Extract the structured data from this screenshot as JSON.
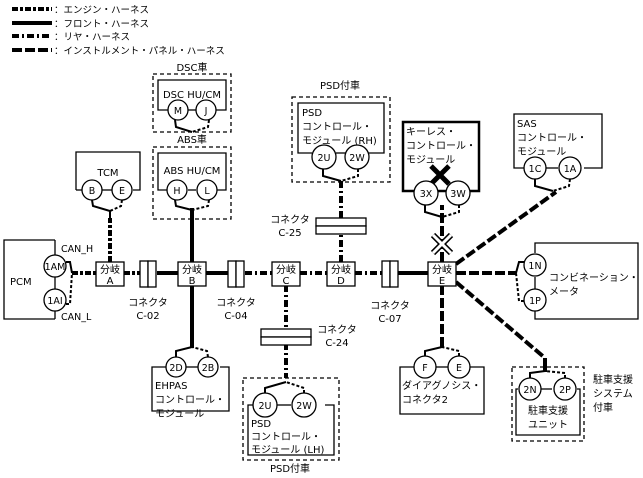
{
  "legend": [
    {
      "style": "engine",
      "label": "：エンジン・ハーネス"
    },
    {
      "style": "front",
      "label": "：フロント・ハーネス"
    },
    {
      "style": "rear",
      "label": "：リヤ・ハーネス"
    },
    {
      "style": "instrument",
      "label": "：インストルメント・パネル・ハーネス"
    }
  ],
  "modules": {
    "pcm": {
      "name": "PCM",
      "pins": [
        "1AM",
        "1AI"
      ],
      "can_h": "CAN_H",
      "can_l": "CAN_L"
    },
    "tcm": {
      "name": "TCM",
      "pins": [
        "B",
        "E"
      ]
    },
    "dsc": {
      "option": "DSC車",
      "name": "DSC HU/CM",
      "pins": [
        "M",
        "J"
      ]
    },
    "abs": {
      "option": "ABS車",
      "name": "ABS HU/CM",
      "pins": [
        "H",
        "L"
      ]
    },
    "psd_rh": {
      "option": "PSD付車",
      "line1": "PSD",
      "line2": "コントロール・",
      "line3": "モジュール (RH)",
      "pins": [
        "2U",
        "2W"
      ]
    },
    "keyless": {
      "line1": "キーレス・",
      "line2": "コントロール・",
      "line3": "モジュール",
      "pins": [
        "3X",
        "3W"
      ]
    },
    "sas": {
      "line1": "SAS",
      "line2": "コントロール・",
      "line3": "モジュール",
      "pins": [
        "1C",
        "1A"
      ]
    },
    "meter": {
      "line1": "コンビネーション・",
      "line2": "メータ",
      "pins": [
        "1N",
        "1P"
      ]
    },
    "ehpas": {
      "line1": "EHPAS",
      "line2": "コントロール・",
      "line3": "モジュール",
      "pins": [
        "2D",
        "2B"
      ]
    },
    "psd_lh": {
      "option": "PSD付車",
      "line1": "PSD",
      "line2": "コントロール・",
      "line3": "モジュール (LH)",
      "pins": [
        "2U",
        "2W"
      ]
    },
    "diag": {
      "line1": "ダイアグノシス・",
      "line2": "コネクタ2",
      "pins": [
        "F",
        "E"
      ]
    },
    "park": {
      "option_line1": "駐車支援",
      "option_line2": "システム",
      "option_line3": "付車",
      "line1": "駐車支援",
      "line2": "ユニット",
      "pins": [
        "2N",
        "2P"
      ]
    }
  },
  "junctions": [
    {
      "top": "分岐",
      "bottom": "A"
    },
    {
      "top": "分岐",
      "bottom": "B"
    },
    {
      "top": "分岐",
      "bottom": "C"
    },
    {
      "top": "分岐",
      "bottom": "D"
    },
    {
      "top": "分岐",
      "bottom": "E"
    }
  ],
  "connectors": {
    "c02": {
      "label": "コネクタ",
      "id": "C-02"
    },
    "c04": {
      "label": "コネクタ",
      "id": "C-04"
    },
    "c07": {
      "label": "コネクタ",
      "id": "C-07"
    },
    "c25": {
      "label": "コネクタ",
      "id": "C-25"
    },
    "c24": {
      "label": "コネクタ",
      "id": "C-24"
    }
  },
  "fault_markers": {
    "keyless_module": "open-circuit",
    "keyless_line": "open-circuit"
  }
}
